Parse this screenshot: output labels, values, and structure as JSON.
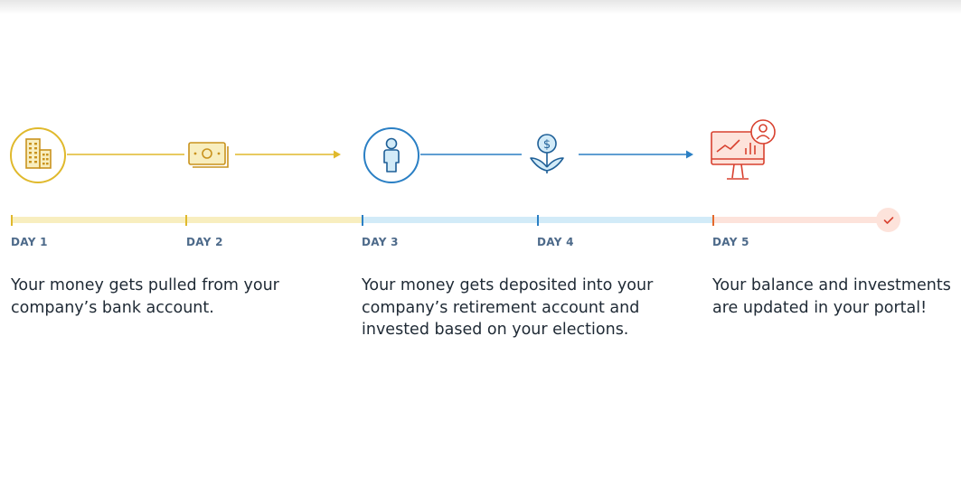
{
  "colors": {
    "gold": "#e0b92c",
    "gold_light": "#f8eebf",
    "blue": "#2a7fc4",
    "blue_light": "#d2ebf8",
    "red": "#d8412f",
    "red_light": "#fde3db",
    "day_label": "#4d6a8a",
    "text": "#1f2a35"
  },
  "icons": [
    "building-icon",
    "cash-icon",
    "person-icon",
    "money-plant-icon",
    "monitor-chart-icon",
    "user-badge-icon",
    "check-icon"
  ],
  "timeline": {
    "days": [
      {
        "label": "DAY 1"
      },
      {
        "label": "DAY 2"
      },
      {
        "label": "DAY 3"
      },
      {
        "label": "DAY 4"
      },
      {
        "label": "DAY 5"
      }
    ],
    "complete": true
  },
  "descriptions": [
    {
      "lines": [
        "Your money gets pulled from your",
        "company’s bank account."
      ]
    },
    {
      "lines": [
        "Your money gets deposited into your",
        "company’s retirement account and",
        "invested based on your elections."
      ]
    },
    {
      "lines": [
        "Your balance and investments",
        "are updated in your portal!"
      ]
    }
  ]
}
